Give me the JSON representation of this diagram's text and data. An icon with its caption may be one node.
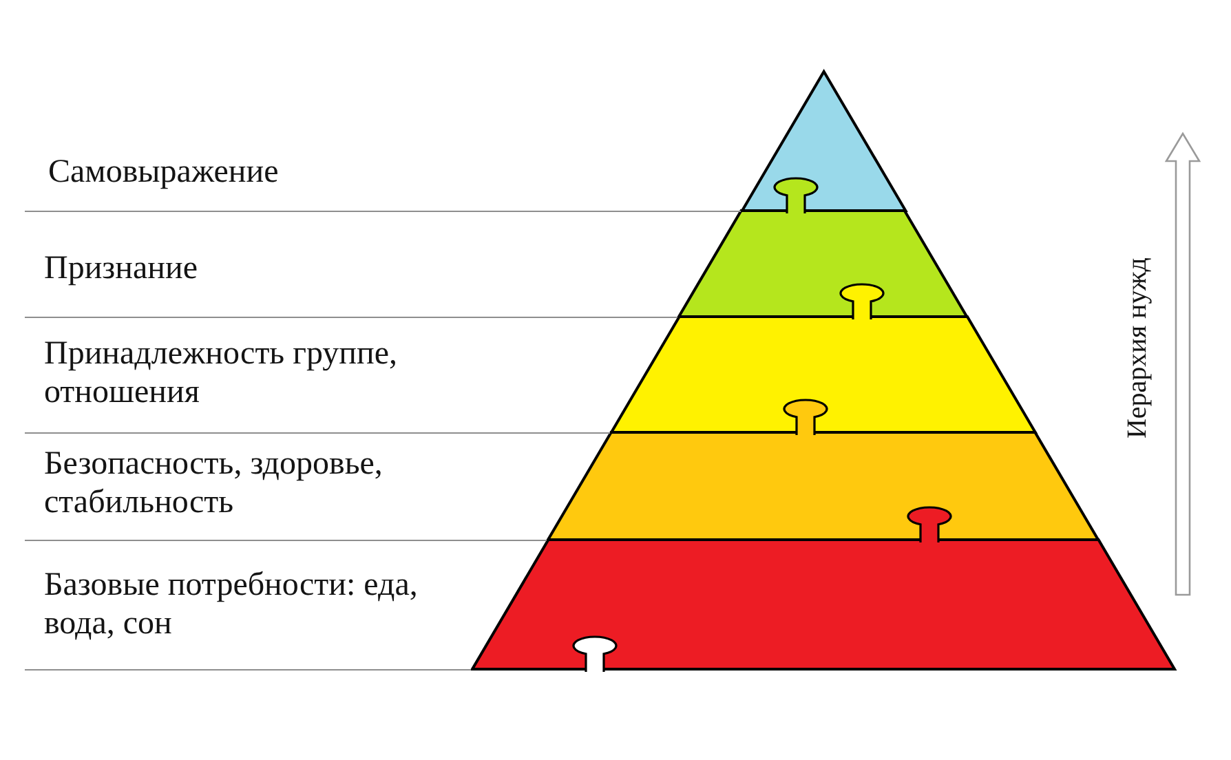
{
  "diagram": {
    "nodes": [
      {
        "text": [],
        "shape": "triangle"
      },
      {
        "text": [],
        "shape": "trapezoid"
      },
      {
        "text": [],
        "shape": "trapezoid"
      },
      {
        "text": [],
        "shape": "trapezoid"
      },
      {
        "text": [],
        "shape": "trapezoid"
      }
    ],
    "labels": [
      "Самовыражение",
      "Признание",
      "Принадлежность группе, отношения",
      "Безопасность, здоровье, стабильность",
      "Базовые потребности: еда, вода, сон",
      "Иерархия нужд"
    ]
  }
}
